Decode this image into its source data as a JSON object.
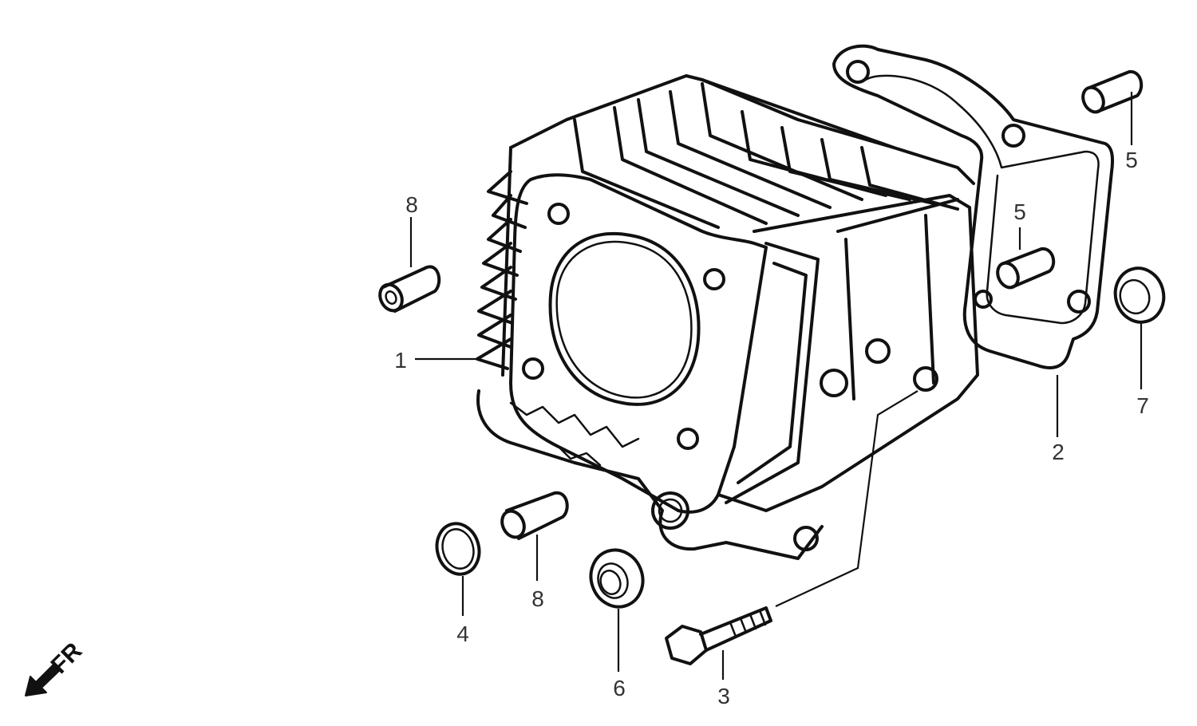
{
  "diagram": {
    "subject": "Cylinder assembly exploded view",
    "direction_marker": "FR",
    "callouts": {
      "c1": "1",
      "c2": "2",
      "c3": "3",
      "c4": "4",
      "c5a": "5",
      "c5b": "5",
      "c6": "6",
      "c7": "7",
      "c8a": "8",
      "c8b": "8"
    },
    "ink_color": "#111111",
    "background": "#ffffff"
  }
}
